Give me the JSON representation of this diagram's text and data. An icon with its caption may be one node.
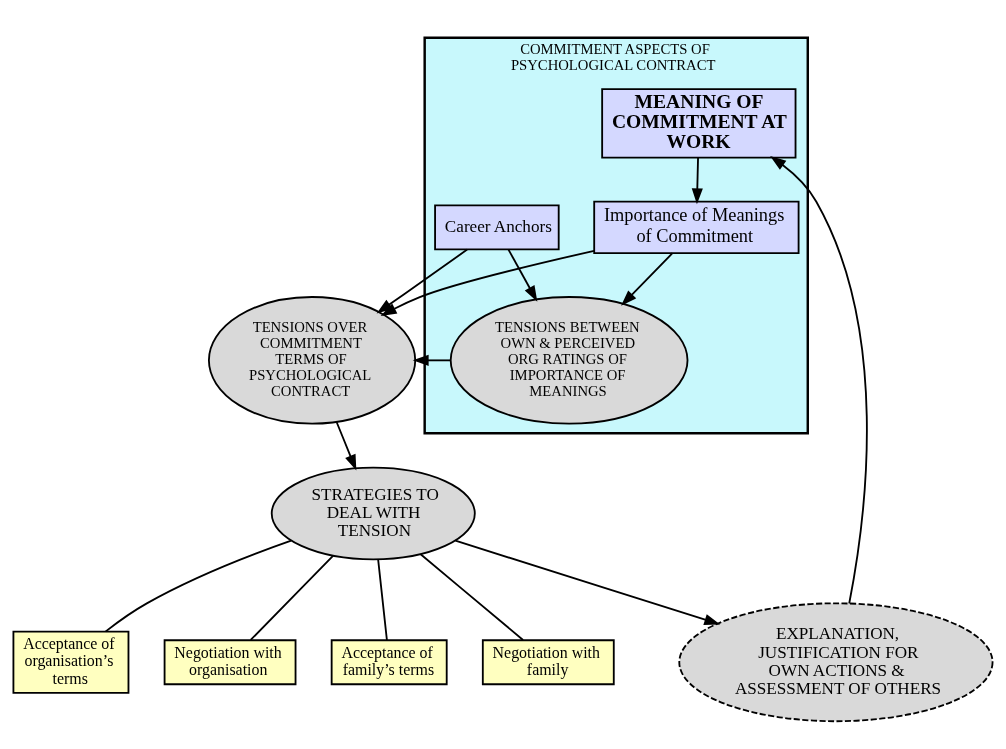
{
  "diagram": {
    "nodes": [
      {
        "text": [
          "COMMITMENT ASPECTS OF PSYCHOLOGICAL CONTRACT"
        ]
      },
      {
        "text": [
          "MEANING OF COMMITMENT AT WORK"
        ],
        "in": 0
      },
      {
        "text": [
          "Importance of Meanings of Commitment"
        ],
        "in": 0
      },
      {
        "text": [
          "TENSIONS BETWEEN OWN & PERCEIVED ORG RATINGS OF IMPORTANCE OF MEANINGS"
        ],
        "in": 0
      },
      {
        "text": [
          "Career Anchors"
        ],
        "in": 0
      },
      {
        "text": [
          "EXPLANATION, JUSTIFICATION FOR OWN ACTIONS & ASSESSMENT OF OTHERS"
        ]
      },
      {
        "text": [
          "TENSIONS OVER COMMITMENT TERMS OF PSYCHOLOGICAL CONTRACT"
        ]
      },
      {
        "text": [
          "STRATEGIES TO DEAL WITH TENSION"
        ]
      },
      {
        "text": [
          "Acceptance of family’s terms"
        ]
      },
      {
        "text": [
          "Negotiation with family"
        ]
      },
      {
        "text": [
          "Acceptance of organisation’s terms"
        ]
      },
      {
        "text": [
          "Negotiation with organisation"
        ]
      }
    ],
    "edges": [
      {
        "from": 1,
        "to": 2,
        "arrow": "to"
      },
      {
        "from": 2,
        "to": 3,
        "arrow": "to"
      },
      {
        "from": 4,
        "to": 3,
        "arrow": "to"
      },
      {
        "from": 3,
        "to": 6,
        "arrow": "to"
      },
      {
        "from": 2,
        "to": 6,
        "arrow": "to"
      },
      {
        "from": 4,
        "to": 6,
        "arrow": "to"
      },
      {
        "from": 6,
        "to": 7,
        "arrow": "to"
      },
      {
        "from": 7,
        "to": 5,
        "arrow": "to"
      },
      {
        "from": 5,
        "to": 1,
        "arrow": "to"
      },
      {
        "from": 7,
        "to": 8,
        "arrow": "none"
      },
      {
        "from": 7,
        "to": 9,
        "arrow": "none"
      },
      {
        "from": 7,
        "to": 10,
        "arrow": "none"
      },
      {
        "from": 7,
        "to": 11,
        "arrow": "none"
      }
    ]
  }
}
